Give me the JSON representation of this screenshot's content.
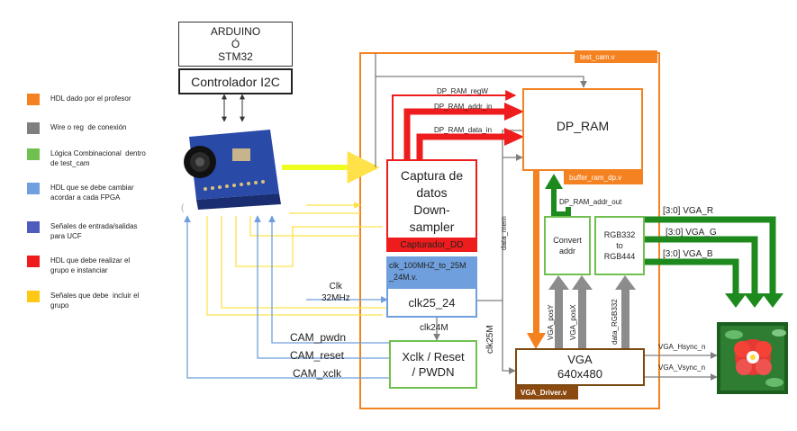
{
  "legend": [
    {
      "text": "HDL dado por el profesor",
      "color": "#f58220"
    },
    {
      "text": "Wire o reg  de conexión",
      "color": "#7f7f7f"
    },
    {
      "text": "Lógica Combinacional  dentro\nde test_cam",
      "color": "#70c050"
    },
    {
      "text": "HDL que se debe cambiar\nacordar a cada FPGA",
      "color": "#6f9fdc"
    },
    {
      "text": "Señales de entrada/salidas\npara UCF",
      "color": "#4f5bbd"
    },
    {
      "text": "HDL que debe realizar el\ngrupo e instanciar",
      "color": "#ee1c1c"
    },
    {
      "text": "Señales que debe  incluir el\ngrupo",
      "color": "#ffc814"
    }
  ],
  "blocks": {
    "arduino": "ARDUINO\nÓ\nSTM32",
    "i2c": "Controlador I2C",
    "test_cam": "test_cam.v",
    "dp_ram": "DP_RAM",
    "buffer_ram": "buffer_ram_dp.v",
    "captura": "Captura de\ndatos\nDown-\nsampler",
    "capturador": "Capturador_DD",
    "clk_ip": "clk_100MHZ_to_25M\n_24M.v.",
    "clk25": "clk25_24",
    "xclk": "Xclk / Reset\n/ PWDN",
    "convert": "Convert\naddr",
    "rgb": "RGB332\nto\nRGB444",
    "vga": "VGA\n640x480",
    "vga_driver": "VGA_Driver.v"
  },
  "signals": {
    "dp_ram_regw": "DP_RAM_regW",
    "dp_ram_addr_in": "DP_RAM_addr_in",
    "dp_ram_data_in": "DP_RAM_data_in",
    "dp_ram_addr_out": "DP_RAM_addr_out",
    "data_mem": "data_mem",
    "vga_posy": "VGA_posY",
    "vga_posx": "VGA_posX",
    "data_rgb332": "data_RGB332",
    "clk25m": "clk25M",
    "clk24m": "clk24M",
    "clk": "Clk\n32MHz",
    "vga_r": "[3:0] VGA_R",
    "vga_g": "[3:0] VGA_G",
    "vga_b": "[3:0] VGA_B",
    "vga_hsync": "VGA_Hsync_n",
    "vga_vsync": "VGA_Vsync_n",
    "cam_pwdn": "CAM_pwdn",
    "cam_reset": "CAM_reset",
    "cam_xclk": "CAM_xclk"
  }
}
